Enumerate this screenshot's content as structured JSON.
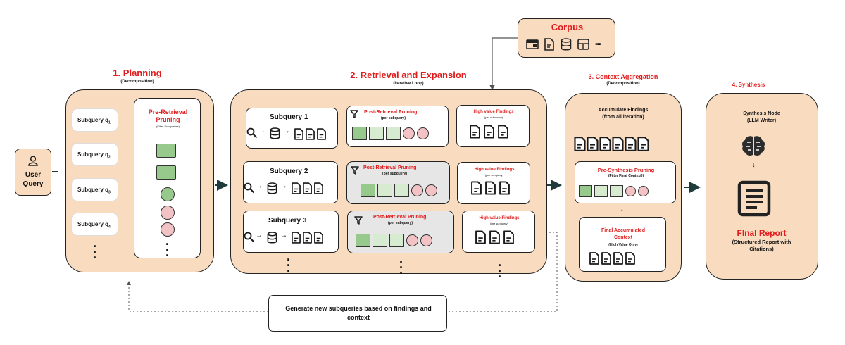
{
  "corpus": {
    "title": "Corpus",
    "more": "•••"
  },
  "user": {
    "label": "User Query"
  },
  "planning": {
    "title": "1. Planning",
    "subtitle": "(Decomposition)",
    "subqueries": [
      "Subquery q",
      "Subquery q",
      "Subquery q",
      "Subquery q"
    ],
    "subscripts": [
      "1",
      "2",
      "3",
      "4"
    ],
    "pre_pruning_title": "Pre-Retrieval Pruning",
    "pre_pruning_subtitle": "(Filter Subqueries)"
  },
  "retrieval": {
    "title": "2. Retrieval and Expansion",
    "subtitle": "(Iterative Loop)",
    "rows": [
      {
        "subquery": "Subquery 1",
        "pruning_title": "Post-Retrieval Pruning",
        "pruning_sub": "(per subquery)",
        "findings_title": "High value Findings",
        "findings_sub": "(per subquery)"
      },
      {
        "subquery": "Subquery 2",
        "pruning_title": "Post-Retrieval Pruning",
        "pruning_sub": "(per subquery)",
        "findings_title": "High value Findings",
        "findings_sub": "(per subquery)"
      },
      {
        "subquery": "Subquery 3",
        "pruning_title": "Post-Retrieval Pruning",
        "pruning_sub": "(per subquery)",
        "findings_title": "High value Findings",
        "findings_sub": "(per subquery)"
      }
    ]
  },
  "aggregation": {
    "title": "3. Context Aggregation",
    "subtitle": "(Decomposition)",
    "accumulate_title": "Accumulate Findings",
    "accumulate_sub": "(from all iteration)",
    "pre_synth_title": "Pre-Synthesis Pruning",
    "pre_synth_sub": "(Filter Final Context))",
    "final_title": "Final Accumulated Context",
    "final_sub": "(High Value Only)"
  },
  "synthesis": {
    "title": "4. Synthesis",
    "node_title": "Synthesis Node",
    "node_sub": "(LLM Writer)",
    "report_title": "FInal Report",
    "report_sub": "(Structured Report with Citations)"
  },
  "loop": {
    "text": "Generate new subqueries based on findings and context"
  },
  "colors": {
    "panel": "#f9dcc0",
    "accent_red": "#e11b1b",
    "green": "#96c98b",
    "light_green": "#d6ebcf",
    "pink": "#f3c2c4",
    "grey_card": "#e6e6e6"
  }
}
